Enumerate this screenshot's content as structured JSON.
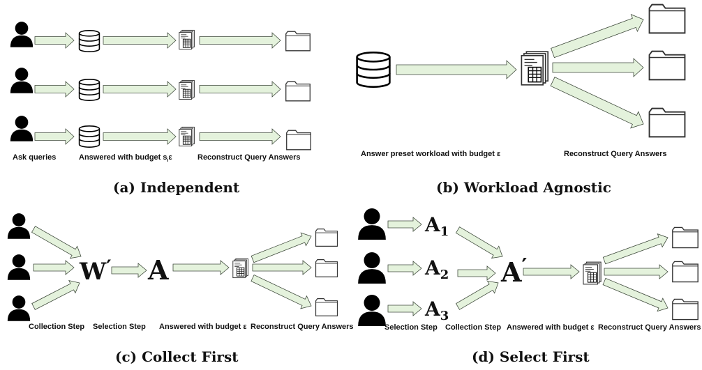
{
  "a": {
    "caption": "(a) Independent",
    "labels": {
      "ask": "Ask queries",
      "answered": "Answered with budget s",
      "answered_sub": "i",
      "answered_eps": "ε",
      "reconstruct": "Reconstruct Query Answers"
    }
  },
  "b": {
    "caption": "(b) Workload Agnostic",
    "labels": {
      "answer": "Answer preset workload with budget ε",
      "reconstruct": "Reconstruct Query Answers"
    }
  },
  "c": {
    "caption": "(c) Collect First",
    "labels": {
      "collection": "Collection Step",
      "selection": "Selection Step",
      "answered": "Answered with budget ε",
      "reconstruct": "Reconstruct Query Answers"
    },
    "nodes": {
      "w": "W",
      "w_prime": "′",
      "a": "A"
    }
  },
  "d": {
    "caption": "(d) Select First",
    "labels": {
      "selection": "Selection Step",
      "collection": "Collection Step",
      "answered": "Answered with budget ε",
      "reconstruct": "Reconstruct Query Answers"
    },
    "nodes": {
      "a": "A",
      "sub1": "1",
      "sub2": "2",
      "sub3": "3",
      "a_final": "A",
      "a_final_prime": "′"
    }
  },
  "colors": {
    "arrow_fill": "#e4f2dc",
    "arrow_stroke": "#3f4a3c",
    "ink": "#111111"
  },
  "icons": [
    "user-icon",
    "database-icon",
    "document-table-icon",
    "folder-icon"
  ]
}
